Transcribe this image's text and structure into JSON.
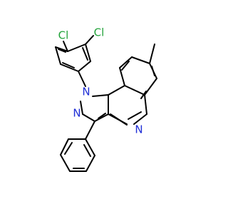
{
  "molecule": {
    "colors": {
      "bond": "#000000",
      "chlorine": "#22a33a",
      "nitrogen": "#1f2ed6"
    },
    "atoms": [
      {
        "id": "cl-top",
        "label": "Cl",
        "element": "chlorine"
      },
      {
        "id": "cl-right",
        "label": "Cl",
        "element": "chlorine"
      },
      {
        "id": "n-pyrazole-1",
        "label": "N",
        "element": "nitrogen"
      },
      {
        "id": "n-pyrazole-2",
        "label": "N",
        "element": "nitrogen"
      },
      {
        "id": "n-quinoline",
        "label": "N",
        "element": "nitrogen"
      }
    ]
  }
}
